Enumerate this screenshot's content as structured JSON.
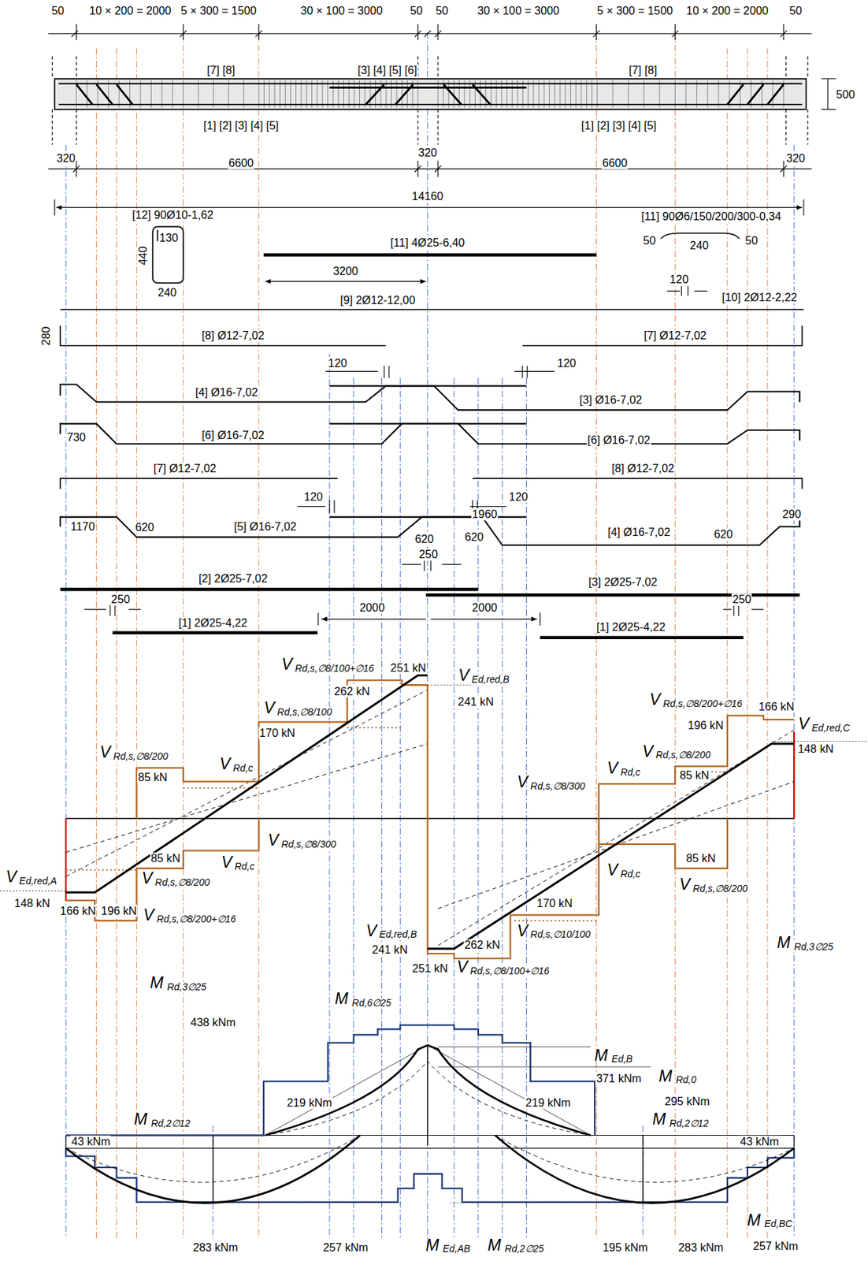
{
  "diagram": {
    "labels": [
      "50",
      "10 × 200 = 2000",
      "5 × 300 = 1500",
      "30 × 100 = 3000",
      "50",
      "50",
      "30 × 100 = 3000",
      "5 × 300 = 1500",
      "10 × 200 = 2000",
      "50",
      "[7] [8]",
      "[3] [4] [5] [6]",
      "[7] [8]",
      "500",
      "[1] [2] [3] [4] [5]",
      "[1] [2] [3] [4] [5]",
      "320",
      "6600",
      "320",
      "6600",
      "320",
      "14160",
      "[12] 90Ø10-1,62",
      "[11] 90Ø6/150/200/300-0,34",
      "130",
      "440",
      "240",
      "50",
      "240",
      "50",
      "[11] 4Ø25-6,40",
      "3200",
      "120",
      "[10] 2Ø12-2,22",
      "[9] 2Ø12-12,00",
      "280",
      "[8] Ø12-7,02",
      "[7] Ø12-7,02",
      "120",
      "120",
      "[4] Ø16-7,02",
      "[3] Ø16-7,02",
      "730",
      "[6] Ø16-7,02",
      "[6] Ø16-7,02",
      "[7] Ø12-7,02",
      "[8] Ø12-7,02",
      "120",
      "120",
      "1170",
      "620",
      "[5] Ø16-7,02",
      "620",
      "1960",
      "620",
      "[4] Ø16-7,02",
      "620",
      "290",
      "250",
      "[2] 2Ø25-7,02",
      "[3] 2Ø25-7,02",
      "250",
      "2000",
      "2000",
      "250",
      "[1] 2Ø25-4,22",
      "[1] 2Ø25-4,22",
      "V",
      "Rd,s,∅8/100+∅16",
      "251 kN",
      "262 kN",
      "V",
      "Ed,red,B",
      "241 kN",
      "V",
      "Rd,s,∅8/100",
      "170 kN",
      "V",
      "Rd,s,∅8/200",
      "85 kN",
      "V",
      "Rd,c",
      "V",
      "Rd,s,∅8/300",
      "V",
      "Rd,s,∅8/200+∅16",
      "166 kN",
      "196 kN",
      "V",
      "Ed,red,C",
      "148 kN",
      "V",
      "Rd,s,∅8/200",
      "85 kN",
      "V",
      "Rd,c",
      "V",
      "Rd,s,∅8/300",
      "85 kN",
      "V",
      "Rd,c",
      "V",
      "Rd,s,∅8/200",
      "V",
      "Ed,red,A",
      "148 kN",
      "166 kN",
      "196 kN",
      "V",
      "Rd,s,∅8/200+∅16",
      "V",
      "Rd,c",
      "85 kN",
      "V",
      "Rd,s,∅8/200",
      "170 kN",
      "V",
      "Rd,s,∅10/100",
      "262 kN",
      "V",
      "Ed,red,B",
      "241 kN",
      "251 kN",
      "V",
      "Rd,s,∅8/100+∅16",
      "M",
      "Rd,3∅25",
      "M",
      "Rd,3∅25",
      "M",
      "Rd,6∅25",
      "438 kNm",
      "M",
      "Ed,B",
      "371 kNm",
      "M",
      "Rd,0",
      "295 kNm",
      "219 kNm",
      "219 kNm",
      "M",
      "Rd,2∅12",
      "M",
      "Rd,2∅12",
      "43 kNm",
      "43 kNm",
      "M",
      "Ed,BC",
      "257 kNm",
      "283 kNm",
      "257 kNm",
      "M",
      "Ed,AB",
      "M",
      "Rd,2∅25",
      "195 kNm",
      "283 kNm"
    ]
  }
}
